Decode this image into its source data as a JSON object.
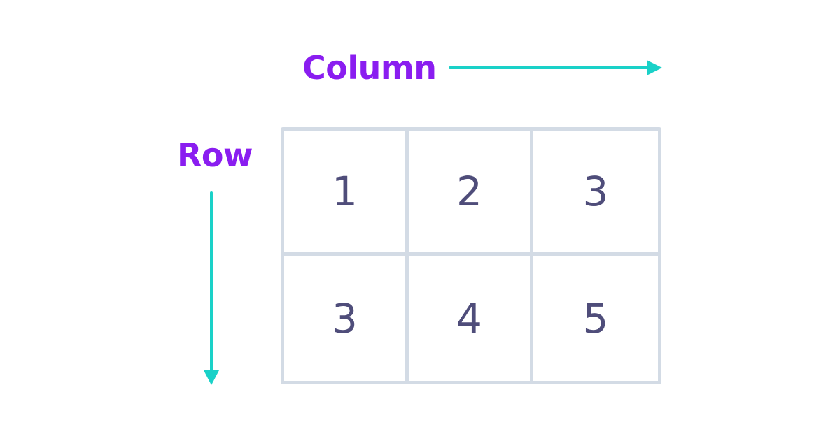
{
  "colors": {
    "label": "#8a1df0",
    "arrow": "#1ad1c8",
    "grid_border": "#d3dbe5",
    "cell_text": "#4f4d7a"
  },
  "labels": {
    "column": "Column",
    "row": "Row"
  },
  "grid": {
    "rows": [
      [
        "1",
        "2",
        "3"
      ],
      [
        "3",
        "4",
        "5"
      ]
    ]
  }
}
